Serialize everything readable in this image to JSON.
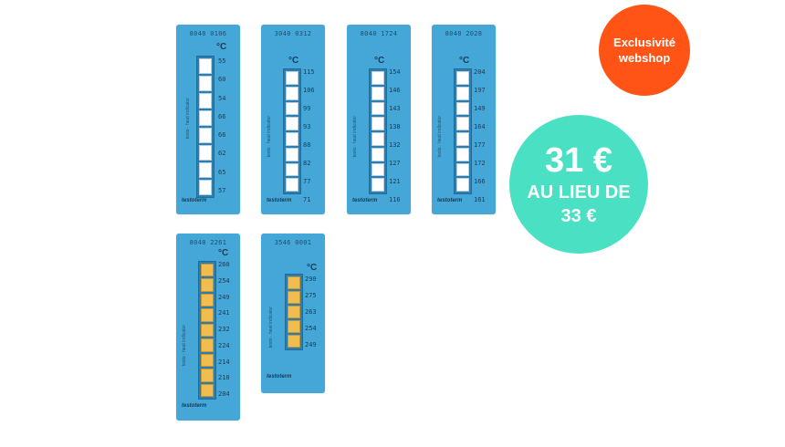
{
  "strips": [
    {
      "code": "8040 0106",
      "unit": "°C",
      "temps": [
        "55",
        "60",
        "54",
        "66",
        "66",
        "62",
        "65",
        "57"
      ],
      "brand": "testoterm",
      "color": "white"
    },
    {
      "code": "3040 0312",
      "unit": "°C",
      "temps": [
        "115",
        "106",
        "99",
        "93",
        "88",
        "82",
        "77",
        "71"
      ],
      "brand": "testoterm",
      "color": "white"
    },
    {
      "code": "8040 1724",
      "unit": "°C",
      "temps": [
        "154",
        "146",
        "143",
        "138",
        "132",
        "127",
        "121",
        "116"
      ],
      "brand": "testoterm",
      "color": "white"
    },
    {
      "code": "8040 2028",
      "unit": "°C",
      "temps": [
        "204",
        "197",
        "149",
        "164",
        "177",
        "172",
        "166",
        "161"
      ],
      "brand": "testoterm",
      "color": "white"
    },
    {
      "code": "8040 2261",
      "unit": "°C",
      "temps": [
        "260",
        "254",
        "249",
        "241",
        "232",
        "224",
        "214",
        "210",
        "204"
      ],
      "brand": "testoterm",
      "color": "yellow"
    },
    {
      "code": "3546 0001",
      "unit": "°C",
      "temps": [
        "290",
        "275",
        "263",
        "254",
        "249"
      ],
      "brand": "testoterm",
      "color": "yellow"
    }
  ],
  "badge_exclusive": {
    "line1": "Exclusivité",
    "line2": "webshop",
    "color": "#ff5416"
  },
  "badge_price": {
    "price": "31 €",
    "line2": "AU LIEU DE",
    "line3": "33 €",
    "color": "#49e0c4"
  },
  "colors": {
    "strip_blue": "#45a7d7",
    "cell_yellow": "#f0bd4e"
  }
}
